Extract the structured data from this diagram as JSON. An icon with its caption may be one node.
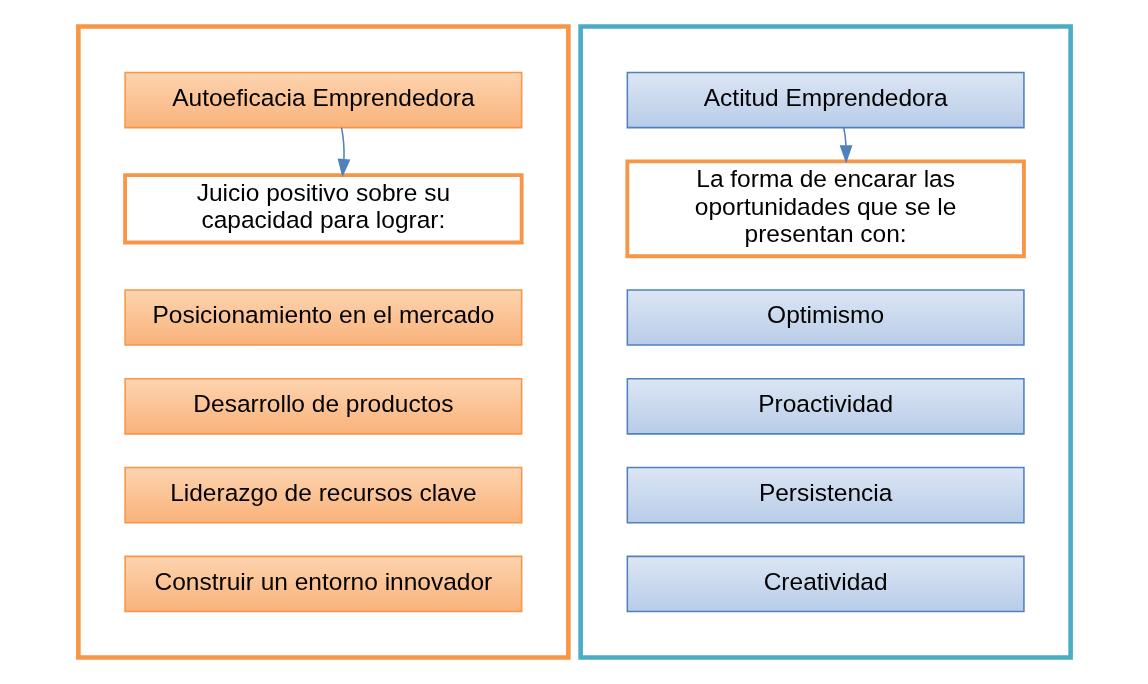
{
  "diagram": {
    "nodes": [
      {
        "text": [],
        "shape": "box"
      },
      {
        "text": [
          "Autoeficacia Emprendedora"
        ],
        "in": 0
      },
      {
        "text": [
          "Juicio positivo sobre su capacidad para lograr:"
        ],
        "in": 0
      },
      {
        "text": [
          "Posicionamiento en el mercado"
        ],
        "in": 0
      },
      {
        "text": [
          "Desarrollo de productos"
        ],
        "in": 0
      },
      {
        "text": [
          "Liderazgo de recursos clave"
        ],
        "in": 0
      },
      {
        "text": [
          "Construir un entorno innovador"
        ],
        "in": 0
      },
      {
        "text": [],
        "shape": "box"
      },
      {
        "text": [
          "Actitud Emprendedora"
        ],
        "in": 7
      },
      {
        "text": [
          "La forma de encarar las oportunidades que se le presentan con:"
        ],
        "in": 7
      },
      {
        "text": [
          "Optimismo"
        ],
        "in": 7
      },
      {
        "text": [
          "Proactividad"
        ],
        "in": 7
      },
      {
        "text": [
          "Persistencia"
        ],
        "in": 7
      },
      {
        "text": [
          "Creatividad"
        ],
        "in": 7
      }
    ],
    "edges": [
      {
        "from": 1,
        "to": 2,
        "arrow": "to"
      },
      {
        "from": 8,
        "to": 9,
        "arrow": "to"
      }
    ]
  }
}
